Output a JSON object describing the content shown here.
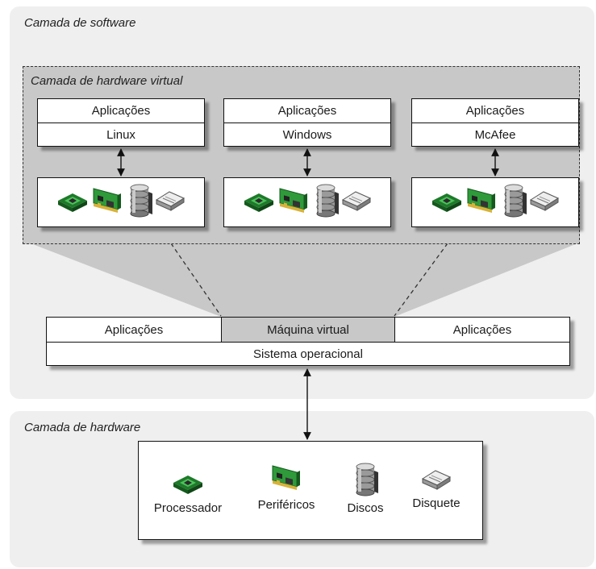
{
  "software_layer": {
    "label": "Camada de software"
  },
  "virtual_hw_layer": {
    "label": "Camada de hardware virtual"
  },
  "hardware_layer": {
    "label": "Camada de hardware"
  },
  "vms": [
    {
      "apps": "Aplicações",
      "os": "Linux"
    },
    {
      "apps": "Aplicações",
      "os": "Windows"
    },
    {
      "apps": "Aplicações",
      "os": "McAfee"
    }
  ],
  "host": {
    "left_apps": "Aplicações",
    "vm": "Máquina virtual",
    "right_apps": "Aplicações",
    "os": "Sistema operacional"
  },
  "hardware": [
    {
      "label": "Processador",
      "icon": "processor-icon"
    },
    {
      "label": "Periféricos",
      "icon": "peripherals-card-icon"
    },
    {
      "label": "Discos",
      "icon": "disks-icon"
    },
    {
      "label": "Disquete",
      "icon": "floppy-drive-icon"
    }
  ],
  "colors": {
    "panel": "#efefef",
    "virtual_zone": "#c8c8c8",
    "vm_cell": "#c8c8c8",
    "chip": "#2f9a3a"
  }
}
